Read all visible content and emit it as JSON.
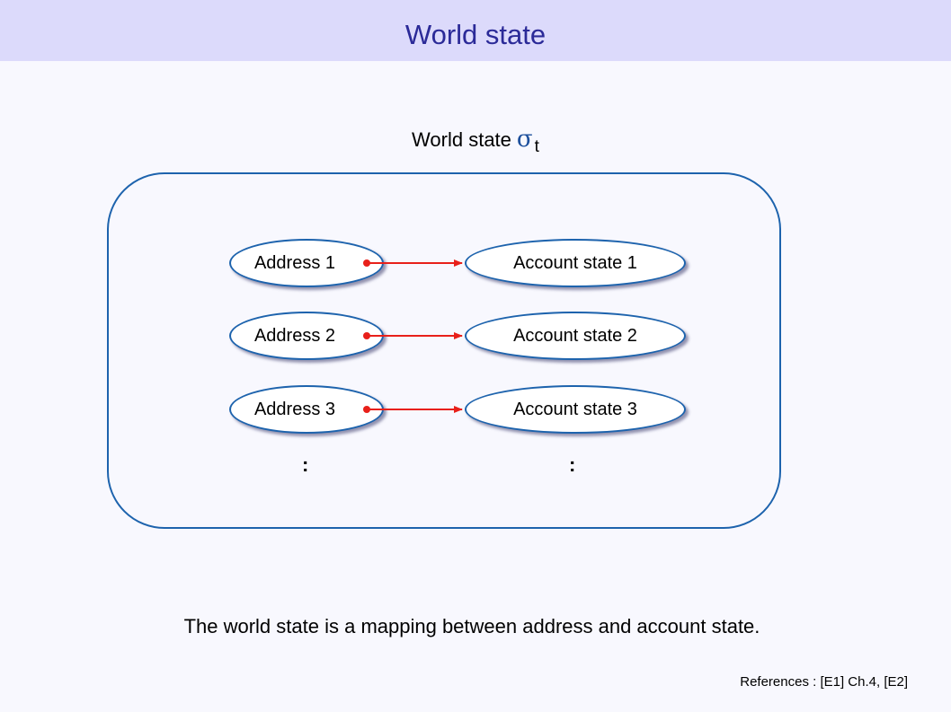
{
  "header": {
    "title": "World state"
  },
  "diagram": {
    "caption": "World state",
    "symbol": "σ",
    "subscript": "t",
    "rows": [
      {
        "address": "Address 1",
        "account": "Account state 1"
      },
      {
        "address": "Address 2",
        "account": "Account state 2"
      },
      {
        "address": "Address 3",
        "account": "Account state 3"
      }
    ],
    "continuation_left": ":",
    "continuation_right": ":"
  },
  "summary": "The world state is a mapping between address and account state.",
  "references": "References : [E1] Ch.4, [E2]",
  "colors": {
    "title_bar": "#dcdafb",
    "title_text": "#2b2a98",
    "outline": "#1d63ad",
    "arrow": "#e8201a",
    "background": "#f8f8fe"
  }
}
